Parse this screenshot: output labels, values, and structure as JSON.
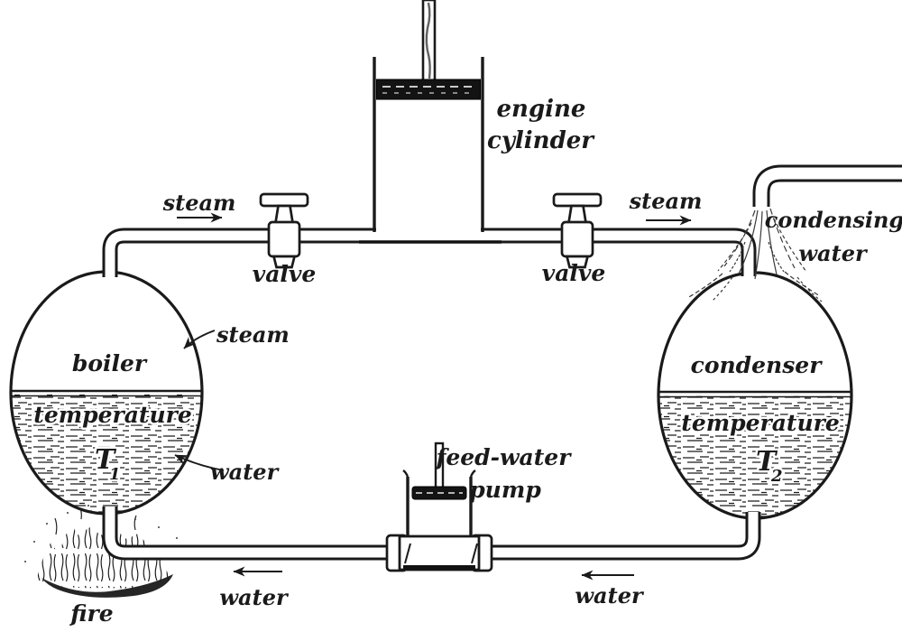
{
  "colors": {
    "ink": "#1a1a1a",
    "paper": "#ffffff"
  },
  "labels": {
    "engine_cylinder_line1": "engine",
    "engine_cylinder_line2": "cylinder",
    "steam_top_left": "steam",
    "steam_top_right": "steam",
    "valve_left": "valve",
    "valve_right": "valve",
    "condensing_line1": "condensing",
    "condensing_line2": "water",
    "boiler": "boiler",
    "boiler_steam_callout": "steam",
    "boiler_water_callout": "water",
    "boiler_temperature": "temperature",
    "boiler_t_symbol": "T",
    "boiler_t_subscript": "1",
    "condenser": "condenser",
    "condenser_temperature": "temperature",
    "condenser_t_symbol": "T",
    "condenser_t_subscript": "2",
    "pump_line1": "feed-water",
    "pump_line2": "pump",
    "water_bottom_left": "water",
    "water_bottom_right": "water",
    "fire": "fire"
  }
}
